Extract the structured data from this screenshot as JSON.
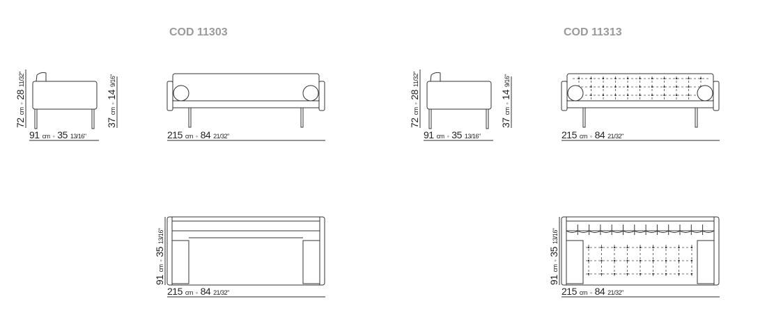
{
  "products": [
    {
      "code": "COD 11303",
      "tufted": false,
      "side_height": {
        "value": "72",
        "unit": "cm",
        "sep": "◦",
        "inch": "28",
        "frac": "11/32\""
      },
      "side_seat_height": {
        "value": "37",
        "unit": "cm",
        "sep": "◦",
        "inch": "14",
        "frac": "9/16\""
      },
      "side_depth": {
        "value": "91",
        "unit": "cm",
        "sep": "◦",
        "inch": "35",
        "frac": "13/16\""
      },
      "front_width": {
        "value": "215",
        "unit": "cm",
        "sep": "◦",
        "inch": "84",
        "frac": "21/32\""
      },
      "top_depth": {
        "value": "91",
        "unit": "cm",
        "sep": "◦",
        "inch": "35",
        "frac": "13/16\""
      },
      "top_width": {
        "value": "215",
        "unit": "cm",
        "sep": "◦",
        "inch": "84",
        "frac": "21/32\""
      }
    },
    {
      "code": "COD 11313",
      "tufted": true,
      "side_height": {
        "value": "72",
        "unit": "cm",
        "sep": "◦",
        "inch": "28",
        "frac": "11/32\""
      },
      "side_seat_height": {
        "value": "37",
        "unit": "cm",
        "sep": "◦",
        "inch": "14",
        "frac": "9/16\""
      },
      "side_depth": {
        "value": "91",
        "unit": "cm",
        "sep": "◦",
        "inch": "35",
        "frac": "13/16\""
      },
      "front_width": {
        "value": "215",
        "unit": "cm",
        "sep": "◦",
        "inch": "84",
        "frac": "21/32\""
      },
      "top_depth": {
        "value": "91",
        "unit": "cm",
        "sep": "◦",
        "inch": "35",
        "frac": "13/16\""
      },
      "top_width": {
        "value": "215",
        "unit": "cm",
        "sep": "◦",
        "inch": "84",
        "frac": "21/32\""
      }
    }
  ]
}
